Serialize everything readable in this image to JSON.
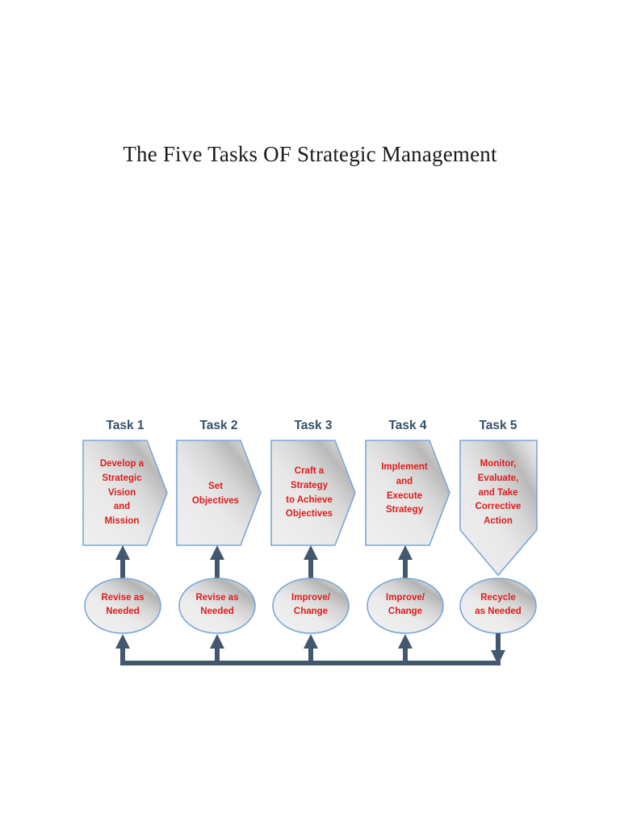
{
  "document": {
    "title": "The Five Tasks OF Strategic Management"
  },
  "theme": {
    "text_red": "#e01b1b",
    "caption_navy": "#36506b",
    "shape_border_blue": "#7ba7d7",
    "shape_fill_light": "#f2f2f2",
    "shape_fill_dark": "#bfbfbf",
    "arrow_slate": "#43576e",
    "page_background": "#ffffff"
  },
  "diagram": {
    "name": "five-tasks-of-strategic-management-process-flow",
    "task_captions": [
      "Task 1",
      "Task 2",
      "Task 3",
      "Task 4",
      "Task 5"
    ],
    "tasks": [
      {
        "caption": "Task 1",
        "shape": "chevron",
        "label": "Develop a\nStrategic\nVision\nand\nMission",
        "feedback": "Revise as\nNeeded"
      },
      {
        "caption": "Task 2",
        "shape": "chevron",
        "label": "Set\nObjectives",
        "feedback": "Revise as\nNeeded"
      },
      {
        "caption": "Task 3",
        "shape": "chevron",
        "label": "Craft a\nStrategy\nto Achieve\nObjectives",
        "feedback": "Improve/\nChange"
      },
      {
        "caption": "Task 4",
        "shape": "chevron",
        "label": "Implement\nand\nExecute\nStrategy",
        "feedback": "Improve/\nChange"
      },
      {
        "caption": "Task 5",
        "shape": "pentagon-down",
        "label": "Monitor,\nEvaluate,\nand Take\nCorrective\nAction",
        "feedback": "Recycle\nas Needed"
      }
    ],
    "connectors": {
      "upward_arrows_count": 4,
      "loop_description": "recycle loop from Task 5 feedback ellipse back to feedback ellipses 1-4"
    }
  }
}
